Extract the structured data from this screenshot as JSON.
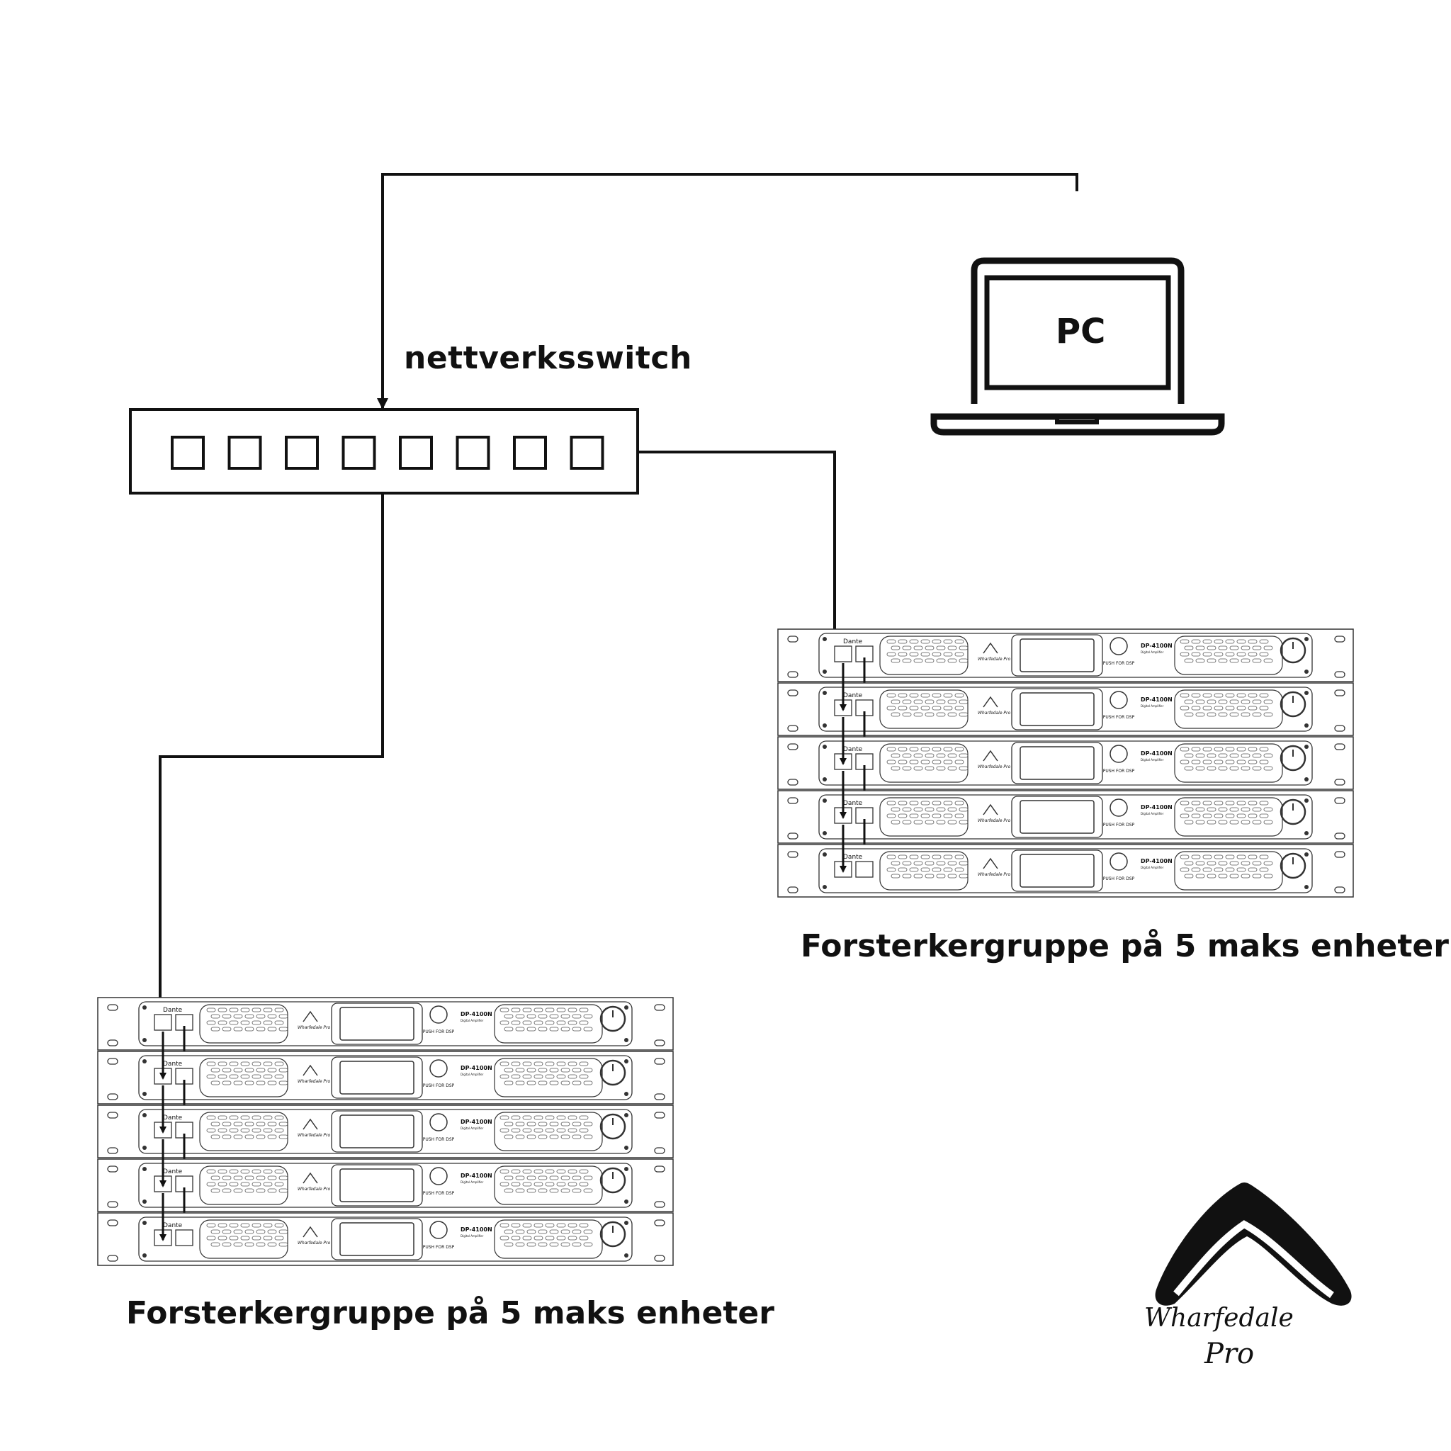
{
  "switch": {
    "label": "nettverksswitch",
    "port_count": 8
  },
  "pc": {
    "label": "PC"
  },
  "groups": [
    {
      "id": "right",
      "label": "Forsterkergruppe på 5 maks enheter",
      "unit_count": 5
    },
    {
      "id": "left",
      "label": "Forsterkergruppe på 5 maks enheter",
      "unit_count": 5
    }
  ],
  "amplifier": {
    "model": "DP-4100N",
    "subtitle": "Digital Amplifier",
    "button_text": "PUSH FOR DSP",
    "network_badge": "Dante",
    "brand_mark": "Wharfedale Pro"
  },
  "logo": {
    "name": "Wharfedale",
    "sub": "Pro"
  },
  "colors": {
    "line": "#111111",
    "panel_stroke": "#333333",
    "background": "#ffffff"
  }
}
